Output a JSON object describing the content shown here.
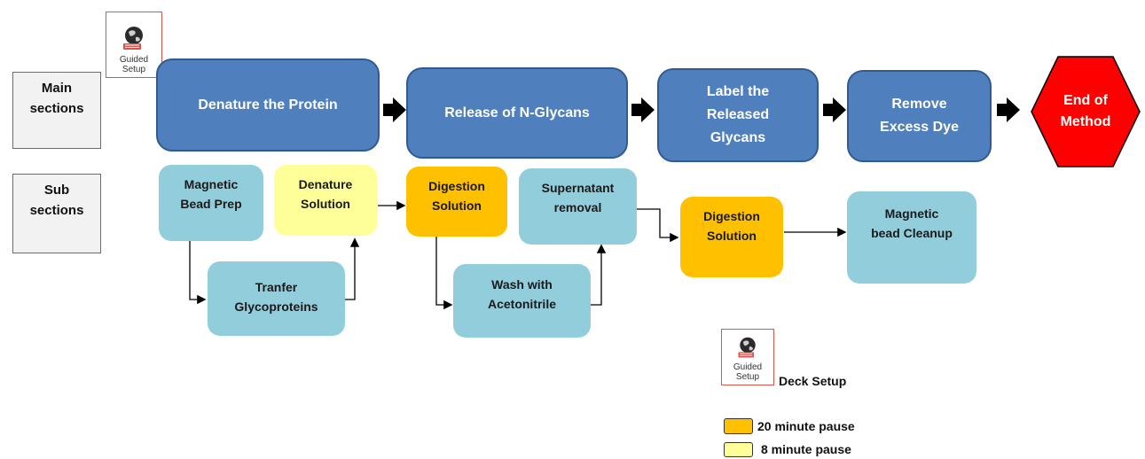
{
  "guided_setup": {
    "label": "Guided\nSetup",
    "icon": "guided-setup-icon"
  },
  "row_labels": {
    "main": "Main\nsections",
    "sub": "Sub\nsections"
  },
  "main_sections": [
    {
      "label": "Denature the Protein"
    },
    {
      "label": "Release of N-Glycans"
    },
    {
      "label": "Label the\nReleased\nGlycans"
    },
    {
      "label": "Remove\nExcess Dye"
    }
  ],
  "end": {
    "label": "End of\nMethod",
    "color": "#ff0000"
  },
  "sub_sections": {
    "magnetic_bead_prep": "Magnetic\nBead Prep",
    "denature_solution": "Denature\nSolution",
    "transfer_glycoproteins": "Tranfer\nGlycoproteins",
    "digestion_solution_1": "Digestion\nSolution",
    "supernatant_removal": "Supernatant\nremoval",
    "wash_acetonitrile": "Wash with\nAcetonitrile",
    "digestion_solution_2": "Digestion\nSolution",
    "magnetic_bead_cleanup": "Magnetic\nbead Cleanup"
  },
  "legend": {
    "deck_setup": "Deck Setup",
    "pause_20": "20 minute pause",
    "pause_8": "8 minute pause",
    "color_20": "#ffc000",
    "color_8": "#ffff99"
  },
  "colors": {
    "main": "#4f7fbd",
    "sub": "#92cddc",
    "end": "#ff0000"
  }
}
